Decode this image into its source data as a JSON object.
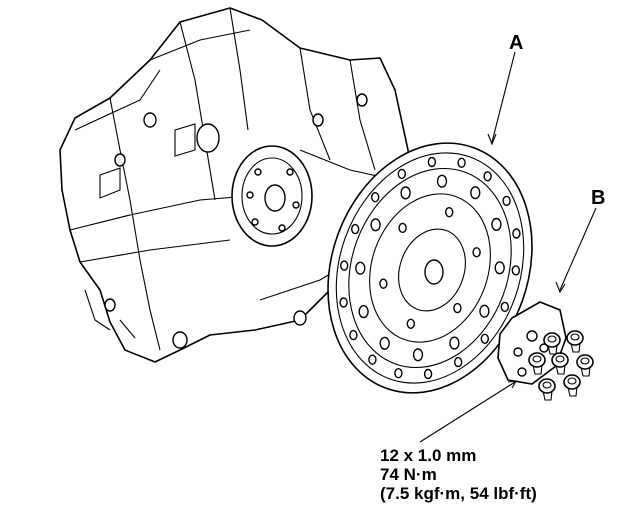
{
  "callouts": {
    "a": "A",
    "b": "B"
  },
  "spec": {
    "size": "12 x 1.0 mm",
    "torque_nm": "74 N·m",
    "torque_alt": "(7.5 kgf·m, 54 lbf·ft)"
  },
  "parts": {
    "a": "drive-plate-icon",
    "b": "backing-plate-icon",
    "block": "engine-block-icon",
    "bolts": "bolt-icon"
  }
}
